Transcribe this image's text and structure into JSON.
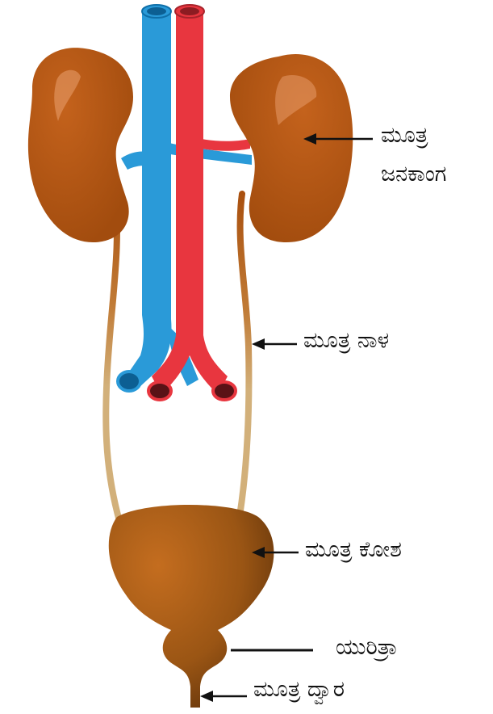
{
  "labels": {
    "kidney_line1": "ಮೂತ್ರ",
    "kidney_line2": "ಜನಕಾಂಗ",
    "ureter": "ಮೂತ್ರ ನಾಳ",
    "bladder": "ಮೂತ್ರ ಕೋಶ",
    "urethra": "ಯುರಿತ್ರಾ",
    "urinary_opening": "ಮೂತ್ರ ದ್ವಾರ"
  },
  "colors": {
    "kidney": "#b5540e",
    "kidney_highlight": "#e9a070",
    "vein": "#2a9ad8",
    "artery": "#e8363f",
    "ureter": "#d2b07a",
    "bladder_light": "#c06a1c",
    "bladder_dark": "#6e3a0c",
    "arrow": "#111111"
  }
}
